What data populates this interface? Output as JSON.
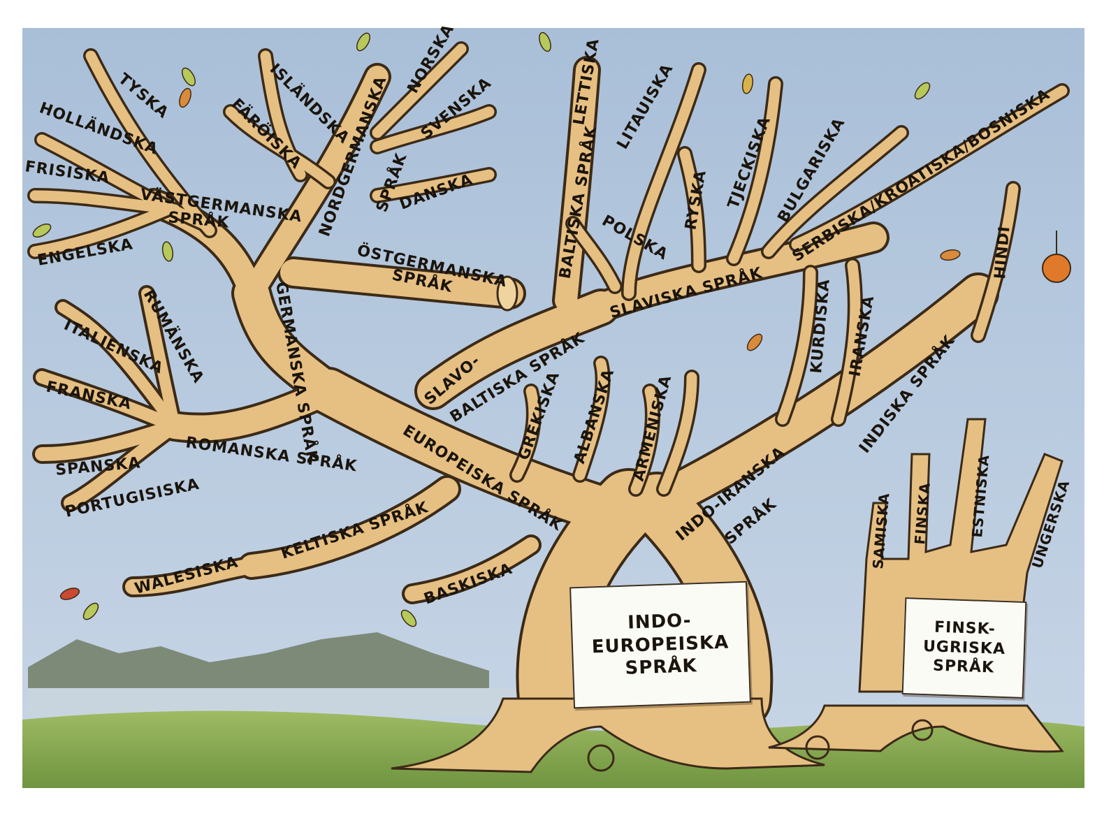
{
  "main_signs": {
    "indo_european": [
      "INDO-",
      "EUROPEISKA",
      "SPRÅK"
    ],
    "finno_ugric": [
      "FINSK-",
      "UGRISKA",
      "SPRÅK"
    ]
  },
  "branches": {
    "germanic": "GERMANSKA SPRÅK",
    "west_germanic": [
      "VÄSTGERMANSKA",
      "SPRÅK"
    ],
    "north_germanic": [
      "NORDGERMANSKA",
      "SPRÅK"
    ],
    "east_germanic": [
      "ÖSTGERMANSKA",
      "SPRÅK"
    ],
    "romance": "ROMANSKA SPRÅK",
    "celtic": "KELTISKA SPRÅK",
    "european": "EUROPEISKA SPRÅK",
    "slavo_baltic": [
      "SLAVO-",
      "BALTISKA SPRÅK"
    ],
    "baltic": "BALTISKA SPRÅK",
    "slavic": "SLAVISKA SPRÅK",
    "indo_iranian": [
      "INDO-IRANSKA",
      "SPRÅK"
    ],
    "indic": "INDISKA SPRÅK"
  },
  "languages": {
    "hollandska": "HOLLÄNDSKA",
    "tyska": "TYSKA",
    "frisiska": "FRISISKA",
    "engelska": "ENGELSKA",
    "islandska": "ISLÄNDSKA",
    "faroiska": "FÄRÖISKA",
    "norska": "NORSKA",
    "svenska": "SVENSKA",
    "danska": "DANSKA",
    "rumanska": "RUMÄNSKA",
    "italienska": "ITALIENSKA",
    "franska": "FRANSKA",
    "spanska": "SPANSKA",
    "portugisiska": "PORTUGISISKA",
    "walesiska": "WALESISKA",
    "baskiska": "BASKISKA",
    "lettiska": "LETTISKA",
    "litauiska": "LITAUISKA",
    "polska": "POLSKA",
    "ryska": "RYSKA",
    "tjeckiska": "TJECKISKA",
    "bulgariska": "BULGARISKA",
    "serbiska": "SERBISKA/KROATISKA/BOSNISKA",
    "grekiska": "GREKISKA",
    "albanska": "ALBANSKA",
    "armeniska": "ARMENISKA",
    "kurdiska": "KURDISKA",
    "iranska": "IRANSKA",
    "hindi": "HINDI",
    "samiska": "SAMISKA",
    "finska": "FINSKA",
    "estniska": "ESTNISKA",
    "ungerska": "UNGERSKA"
  },
  "colors": {
    "sky": "#b9cbe0",
    "wood": "#e6bf82",
    "wood_outline": "#3b2a17",
    "grass": "#8fae5a",
    "ink": "#1a140c"
  }
}
